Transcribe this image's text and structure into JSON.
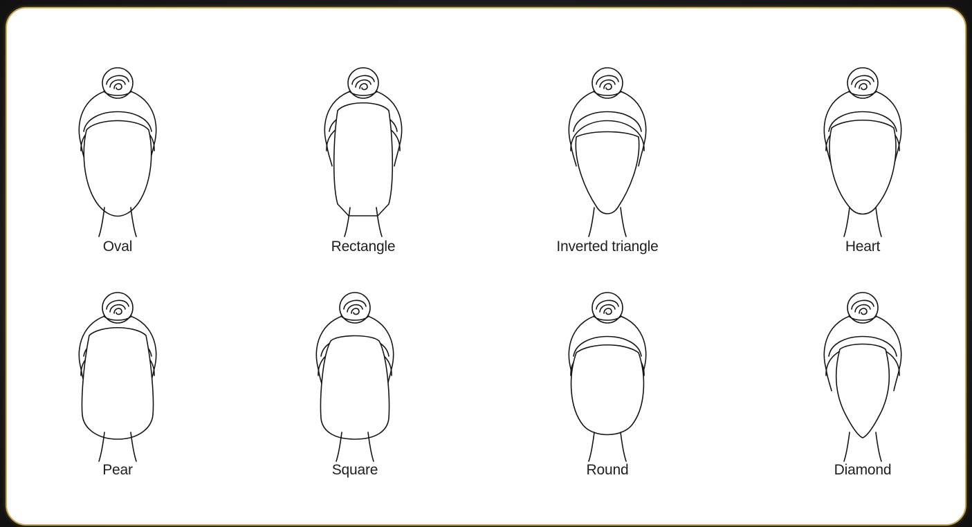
{
  "shapes": [
    {
      "label": "Oval",
      "face": "oval"
    },
    {
      "label": "Rectangle",
      "face": "rectangle"
    },
    {
      "label": "Inverted triangle",
      "face": "inverted-triangle"
    },
    {
      "label": "Heart",
      "face": "heart"
    },
    {
      "label": "Pear",
      "face": "pear"
    },
    {
      "label": "Square",
      "face": "square"
    },
    {
      "label": "Round",
      "face": "round"
    },
    {
      "label": "Diamond",
      "face": "diamond"
    }
  ],
  "colors": {
    "border": "#c9a44a",
    "background": "#1c1c1c",
    "card": "#ffffff",
    "line": "#151515"
  }
}
